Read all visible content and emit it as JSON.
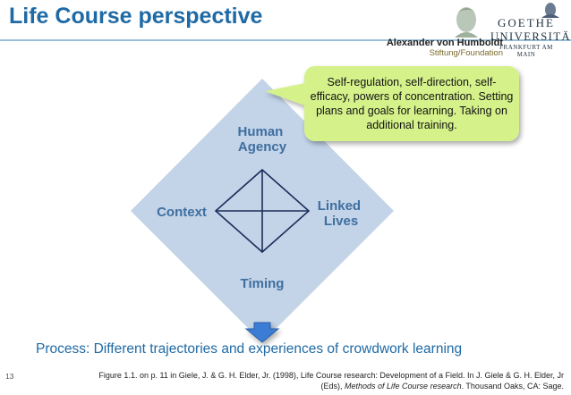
{
  "slide": {
    "title": "Life Course perspective",
    "number": "13"
  },
  "logos": {
    "humboldt": {
      "name": "Alexander von Humboldt",
      "subtitle": "Stiftung/Foundation"
    },
    "goethe": {
      "line1": "GOETHE",
      "line2": "UNIVERSITÄT",
      "line3": "FRANKFURT AM MAIN"
    }
  },
  "diagram": {
    "labels": {
      "top": "Human\nAgency",
      "right": "Linked\nLives",
      "bottom": "Timing",
      "left": "Context"
    },
    "callout": "Self-regulation, self-direction, self-efficacy, powers of concentration. Setting plans and goals for learning. Taking on additional training.",
    "colors": {
      "diamond_fill": "#c3d3e8",
      "label_text": "#3f6f9e",
      "callout_fill": "#d5f28a",
      "arrow_fill": "#3a7bd5"
    }
  },
  "process": "Process: Different trajectories and experiences of crowdwork learning",
  "citation": {
    "before": "Figure 1.1. on p. 11  in Giele, J. & G. H. Elder, Jr. (1998), Life Course research: Development of a Field. In J. Giele & G. H. Elder, Jr (Eds), ",
    "italic": "Methods of Life Course research",
    "after": ". Thousand Oaks, CA: Sage."
  }
}
